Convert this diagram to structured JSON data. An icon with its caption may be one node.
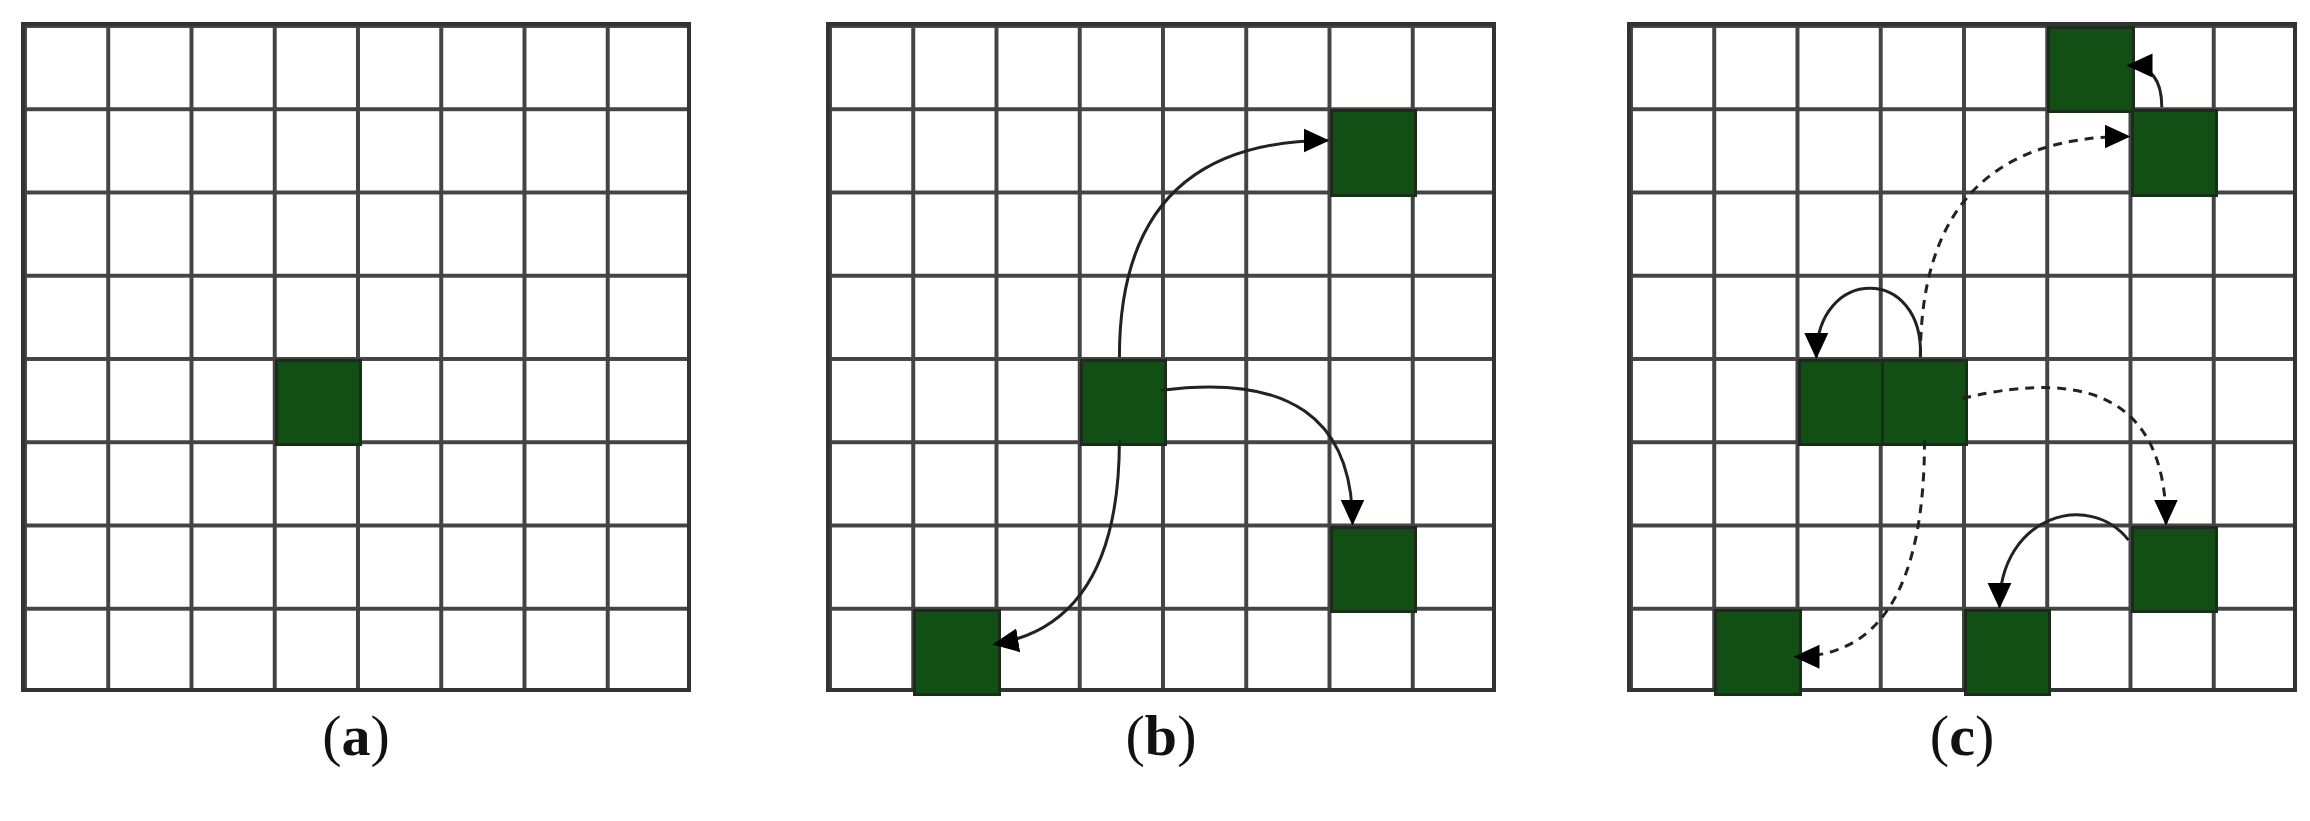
{
  "diagram": {
    "nodes": [
      {
        "text": [],
        "shape": "grid",
        "beside": [
          "(**a**)"
        ]
      },
      {
        "text": [],
        "shape": "box",
        "in": 0
      },
      {
        "text": [],
        "shape": "grid",
        "beside": [
          "(**b**)"
        ]
      },
      {
        "text": [],
        "shape": "box",
        "in": 2
      },
      {
        "text": [],
        "shape": "box",
        "in": 2
      },
      {
        "text": [],
        "shape": "box",
        "in": 2
      },
      {
        "text": [],
        "shape": "box",
        "in": 2
      },
      {
        "text": [],
        "shape": "grid",
        "beside": [
          "(**c**)"
        ]
      },
      {
        "text": [],
        "shape": "box",
        "in": 7
      },
      {
        "text": [],
        "shape": "box",
        "in": 7
      },
      {
        "text": [],
        "shape": "box",
        "in": 7
      },
      {
        "text": [],
        "shape": "box",
        "in": 7
      },
      {
        "text": [],
        "shape": "box",
        "in": 7
      },
      {
        "text": [],
        "shape": "box",
        "in": 7
      },
      {
        "text": [],
        "shape": "box",
        "in": 7
      }
    ],
    "edges": [
      {
        "from": 4,
        "to": 3,
        "arrow": "to"
      },
      {
        "from": 4,
        "to": 5,
        "arrow": "to"
      },
      {
        "from": 4,
        "to": 6,
        "arrow": "to"
      },
      {
        "from": 9,
        "to": 8,
        "arrow": "to"
      },
      {
        "from": 11,
        "to": 10,
        "arrow": "to"
      },
      {
        "from": 11,
        "to": 9,
        "arrow": "to",
        "style": "dashed"
      },
      {
        "from": 11,
        "to": 12,
        "arrow": "to",
        "style": "dashed"
      },
      {
        "from": 11,
        "to": 13,
        "arrow": "to",
        "style": "dashed"
      },
      {
        "from": 12,
        "to": 14,
        "arrow": "to"
      }
    ]
  }
}
